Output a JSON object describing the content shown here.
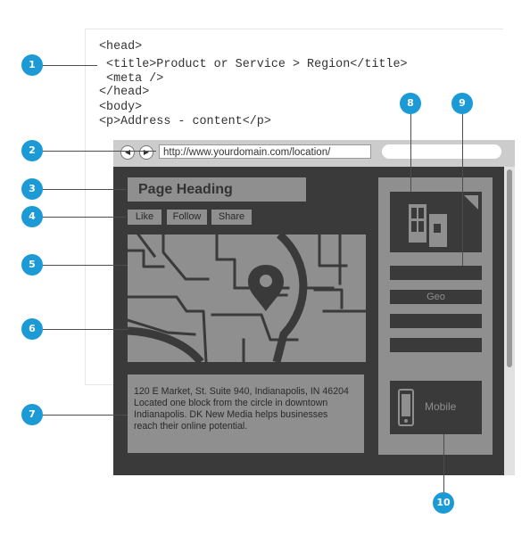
{
  "code": {
    "lines": [
      "<head>",
      " <title>Product or Service > Region</title>",
      " <meta />",
      "</head>",
      "<body>",
      "<p>Address - content</p>"
    ]
  },
  "browser": {
    "url": "http://www.yourdomain.com/location/"
  },
  "page": {
    "heading": "Page Heading",
    "social_buttons": [
      "Like",
      "Follow",
      "Share"
    ],
    "address_lines": [
      "120 E Market, St. Suite 940, Indianapolis, IN 46204",
      "Located one block from the circle in downtown",
      "Indianapolis. DK New Media helps businesses",
      "reach their online potential."
    ]
  },
  "sidebar": {
    "geo_label": "Geo",
    "mobile_label": "Mobile"
  },
  "markers": [
    "1",
    "2",
    "3",
    "4",
    "5",
    "6",
    "7",
    "8",
    "9",
    "10"
  ],
  "colors": {
    "marker": "#1c9ad6",
    "viewport": "#3a3a3a",
    "panel": "#8f8f8f"
  }
}
